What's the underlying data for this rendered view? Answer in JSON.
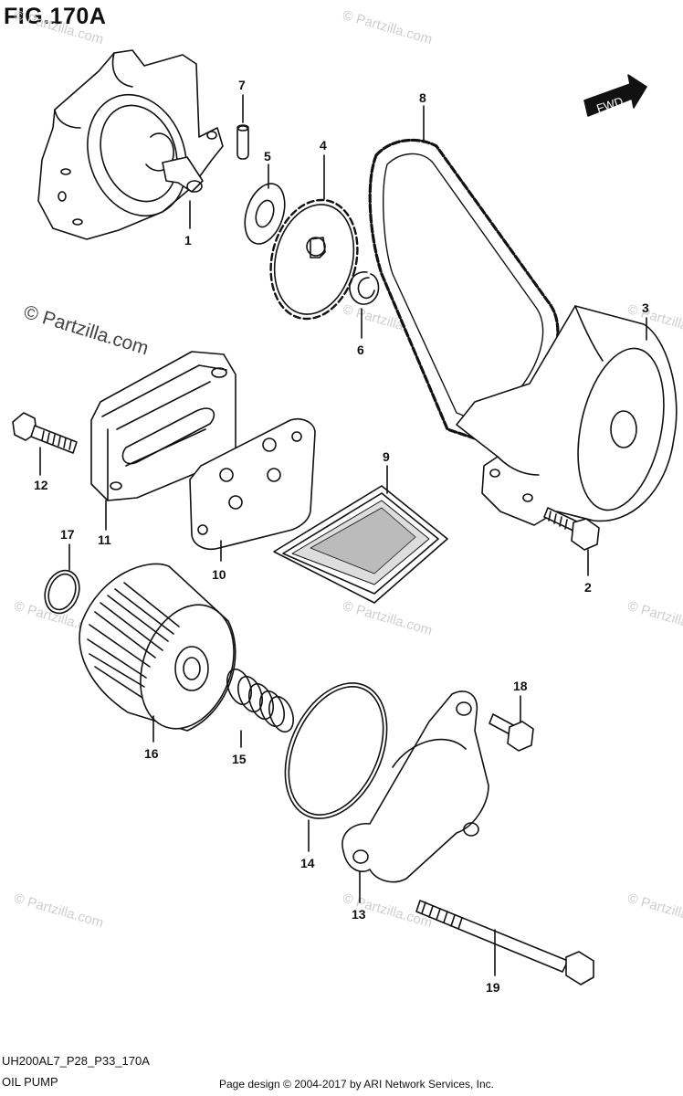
{
  "figure": {
    "title": "FIG.170A",
    "code": "UH200AL7_P28_P33_170A",
    "section": "OIL PUMP",
    "credit": "Page design © 2004-2017 by ARI Network Services, Inc."
  },
  "watermark": {
    "text": "© Partzilla.com"
  },
  "direction_badge": "FWD",
  "callouts": [
    {
      "part": "1",
      "label": "1"
    },
    {
      "part": "2",
      "label": "2"
    },
    {
      "part": "3",
      "label": "3"
    },
    {
      "part": "4",
      "label": "4"
    },
    {
      "part": "5",
      "label": "5"
    },
    {
      "part": "6",
      "label": "6"
    },
    {
      "part": "7",
      "label": "7"
    },
    {
      "part": "8",
      "label": "8"
    },
    {
      "part": "9",
      "label": "9"
    },
    {
      "part": "10",
      "label": "10"
    },
    {
      "part": "11",
      "label": "11"
    },
    {
      "part": "12",
      "label": "12"
    },
    {
      "part": "13",
      "label": "13"
    },
    {
      "part": "14",
      "label": "14"
    },
    {
      "part": "15",
      "label": "15"
    },
    {
      "part": "16",
      "label": "16"
    },
    {
      "part": "17",
      "label": "17"
    },
    {
      "part": "18",
      "label": "18"
    },
    {
      "part": "19",
      "label": "19"
    }
  ]
}
